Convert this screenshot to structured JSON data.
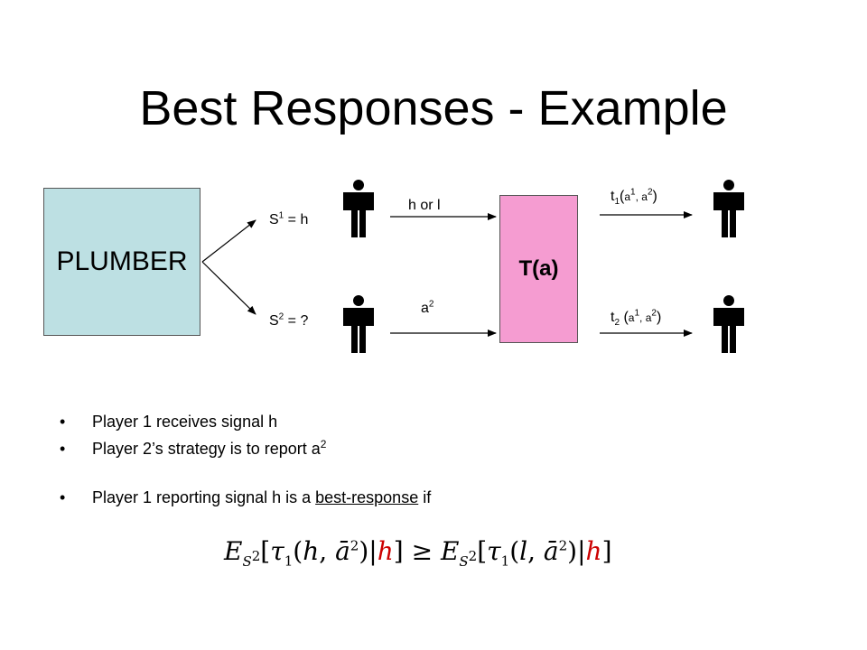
{
  "slide": {
    "title": "Best Responses - Example"
  },
  "diagram": {
    "plumber_label": "PLUMBER",
    "t_box_label": "T(a)",
    "s1": {
      "base": "S",
      "sup": "1",
      "rest": " = h"
    },
    "s2": {
      "base": "S",
      "sup": "2",
      "rest": " = ?"
    },
    "top_report_label": "h or l",
    "bottom_report": {
      "base": "a",
      "sup": "2"
    },
    "t1": {
      "base": "t",
      "sub": "1",
      "open": "(",
      "a1": "a",
      "a1sup": "1",
      "sep": ", ",
      "a2": "a",
      "a2sup": "2",
      "close": ")"
    },
    "t2": {
      "base": "t",
      "sub": "2",
      "open": " (",
      "a1": "a",
      "a1sup": "1",
      "sep": ", ",
      "a2": "a",
      "a2sup": "2",
      "close": ")"
    },
    "icons": [
      "person-icon",
      "person-icon",
      "person-icon",
      "person-icon"
    ],
    "colors": {
      "plumber_fill": "#bde0e3",
      "t_box_fill": "#f59cd1"
    }
  },
  "bullets": {
    "bullet_char": "•",
    "b1": "Player 1 receives signal h",
    "b2_text": "Player 2’s strategy is to report a",
    "b2_sup": "2",
    "b3_pre": "Player 1 reporting signal h is a ",
    "b3_underlined": "best-response",
    "b3_post": " if"
  },
  "formula": {
    "E": "E",
    "S": "S",
    "two": "2",
    "lb": "[",
    "rb": "]",
    "tau": "τ",
    "one": "1",
    "open": "(",
    "h_arg": "h",
    "l_arg": "l",
    "comma": ", ",
    "abar": "ā",
    "close": ")",
    "bar": "|",
    "h_cond": "h",
    "geq": " ≥ "
  }
}
